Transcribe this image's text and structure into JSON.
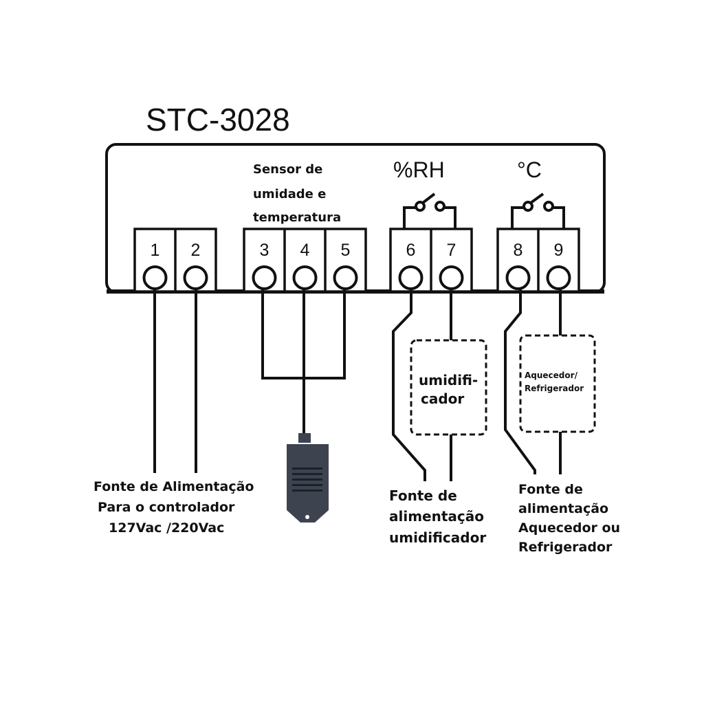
{
  "title": "STC-3028",
  "sensor_label": [
    "Sensor de",
    "umidade e",
    "temperatura"
  ],
  "rh_label": "%RH",
  "c_label": "°C",
  "terminals": [
    "1",
    "2",
    "3",
    "4",
    "5",
    "6",
    "7",
    "8",
    "9"
  ],
  "humidifier_box": [
    "umidifi-",
    "cador"
  ],
  "heater_box": [
    "Aquecedor/",
    "Refrigerador"
  ],
  "power_controller": [
    "Fonte de Alimentação",
    "Para o controlador",
    "127Vac /220Vac"
  ],
  "power_humidifier": [
    "Fonte de",
    "alimentação",
    "umidificador"
  ],
  "power_heater": [
    "Fonte de",
    "alimentação",
    "Aquecedor ou",
    "Refrigerador"
  ],
  "colors": {
    "line": "#111111",
    "sensor": "#3d4450"
  }
}
